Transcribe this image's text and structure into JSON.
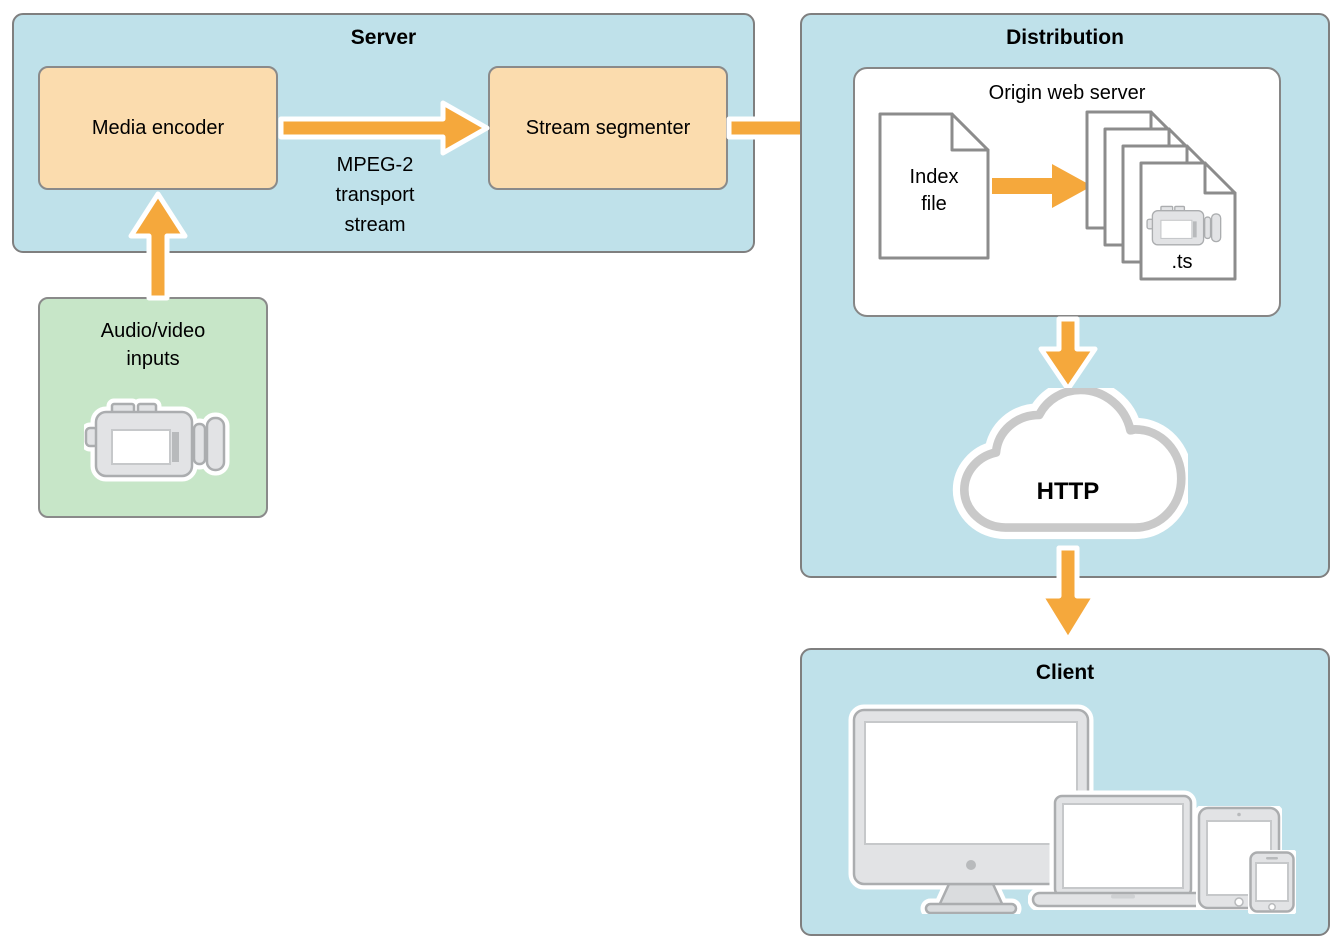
{
  "colors": {
    "panel_fill": "#BFE1EA",
    "panel_border": "#7F7F7F",
    "node_fill": "#FBDCAE",
    "node_border": "#8A8A8A",
    "input_fill": "#C7E6C8",
    "arrow_orange": "#F5A83C",
    "doc_border": "#8C8C8C",
    "cloud_border": "#C9C9C9",
    "device_fill": "#E2E3E5",
    "device_border": "#ABADAF",
    "text_color": "#000000"
  },
  "server": {
    "title": "Server",
    "media_encoder_label": "Media encoder",
    "stream_segmenter_label": "Stream segmenter",
    "arrow_label": "MPEG-2 transport stream"
  },
  "inputs": {
    "label": "Audio/video inputs"
  },
  "distribution": {
    "title": "Distribution",
    "origin_server_label": "Origin web server",
    "index_file_label": "Index file",
    "segment_file_label": ".ts",
    "cloud_label": "HTTP"
  },
  "client": {
    "title": "Client"
  }
}
